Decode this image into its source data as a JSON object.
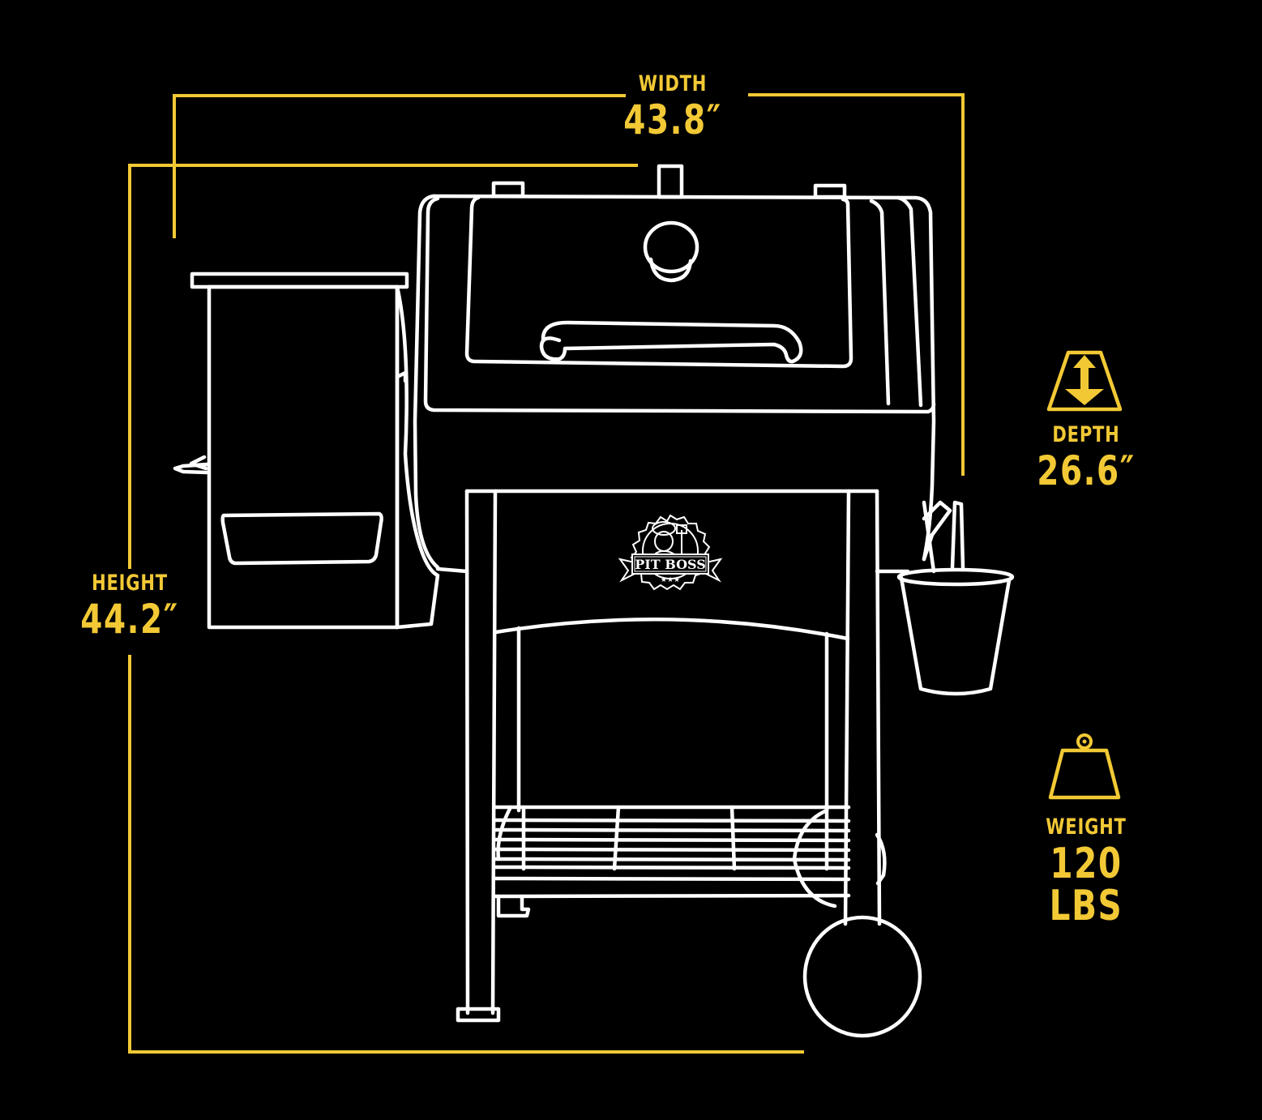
{
  "diagram": {
    "subject": "Pellet grill dimensions",
    "brand_logo_text": "PIT BOSS",
    "colors": {
      "background": "#000000",
      "accent": "#f2c935",
      "line_drawing": "#ffffff"
    }
  },
  "dimensions": {
    "width": {
      "label": "WIDTH",
      "value": "43.8″"
    },
    "height": {
      "label": "HEIGHT",
      "value": "44.2″"
    },
    "depth": {
      "label": "DEPTH",
      "value": "26.6″",
      "icon": "depth-arrow-icon"
    },
    "weight": {
      "label": "WEIGHT",
      "value": "120 LBS",
      "icon": "weight-icon"
    }
  }
}
